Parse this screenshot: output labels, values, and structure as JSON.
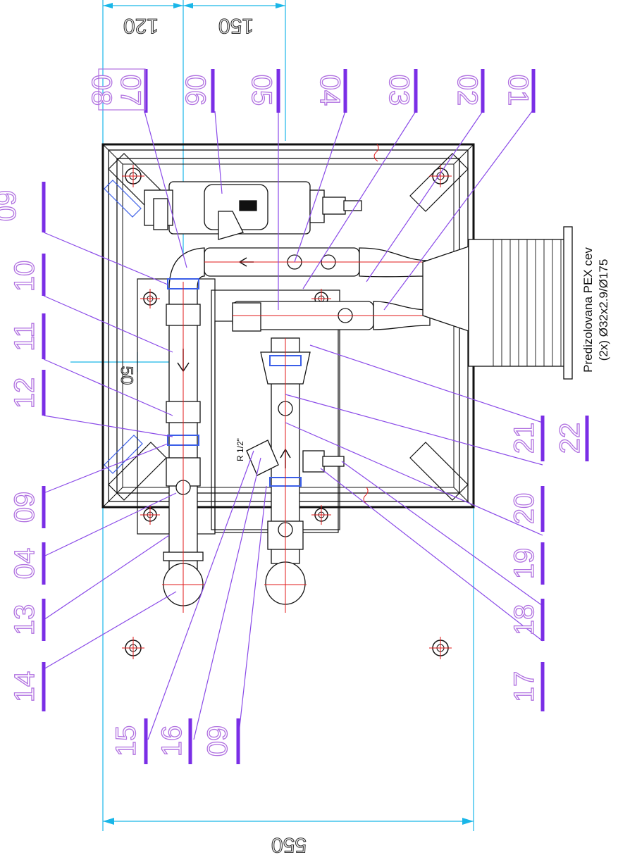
{
  "dimensions": {
    "top_left": "120",
    "top_right": "150",
    "bottom": "550",
    "side": "50"
  },
  "callouts_top": [
    "08",
    "07",
    "06",
    "05",
    "04",
    "03",
    "02",
    "01"
  ],
  "callouts_left": [
    "09",
    "10",
    "11",
    "12",
    "09",
    "04",
    "13",
    "14"
  ],
  "callouts_bottom": [
    "15",
    "16",
    "09"
  ],
  "callouts_right": [
    "17",
    "18",
    "19",
    "20",
    "21",
    "22"
  ],
  "pipe_note_line1": "Predizolovana PEX cev",
  "pipe_note_line2": "(2x) Ø32x2.9/Ø175",
  "thread_label": "R 1/2\"",
  "colors": {
    "callout_text": "#b070e0",
    "callout_bar": "#7a2ee6",
    "leader": "#8a4ae8",
    "dimension": "#19b6e8",
    "centerline": "#e01a1a",
    "fitting_highlight": "#3a5ee8"
  }
}
